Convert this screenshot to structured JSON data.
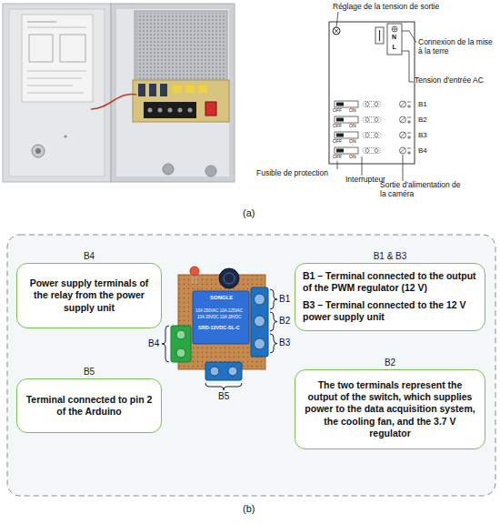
{
  "diagram": {
    "nodes": [
      {
        "text": [
          "B4",
          "Power supply terminals of the relay from the power supply unit"
        ]
      },
      {
        "text": [
          "B1 & B3",
          "B1 – Terminal connected to the output of the PWM regulator (12 V)",
          "B3 – Terminal connected to the 12 V power supply unit"
        ]
      },
      {
        "text": [
          "B5",
          "Terminal connected to pin 2 of the Arduino"
        ]
      },
      {
        "text": [
          "B2",
          "The two terminals represent the output of the switch, which supplies power to the data acquisition system, the cooling fan, and the 3.7 V regulator"
        ]
      }
    ],
    "labels": [
      "Réglage de la tension de sortie",
      "Connexion de la mise à la terre",
      "Tension d'entrée AC",
      "N",
      "L",
      "OFF",
      "ON",
      "OFF",
      "ON",
      "OFF",
      "ON",
      "OFF",
      "ON",
      "B1",
      "B2",
      "B3",
      "B4",
      "Fusible de protection",
      "Interrupteur",
      "Sortie d'alimentation de la caméra",
      "(a)",
      "SONGLE",
      "10A 250VAC 10A 125VAC",
      "10A 30VDC 10A 28VDC",
      "SRD-12VDC-SL-C",
      "B1",
      "B2",
      "B3",
      "B4",
      "B5",
      "(b)"
    ]
  }
}
